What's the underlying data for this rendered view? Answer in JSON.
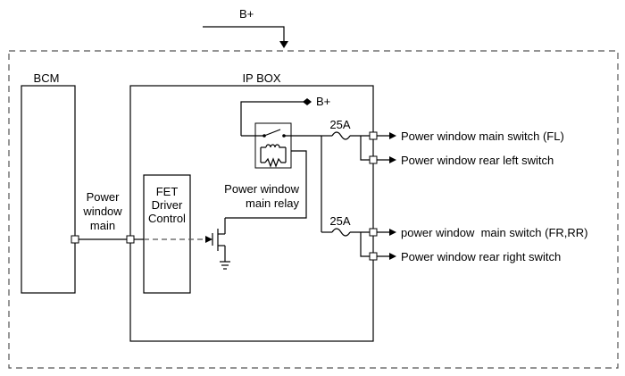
{
  "supply": {
    "label": "B+"
  },
  "bcm": {
    "label": "BCM",
    "output_lines": [
      "Power",
      "window",
      "main"
    ]
  },
  "ip_box": {
    "label": "IP BOX",
    "supply_label": "B+",
    "fet": {
      "lines": [
        "FET",
        "Driver",
        "Control"
      ]
    },
    "relay": {
      "lines": [
        "Power window",
        "main relay"
      ]
    },
    "fuses": [
      {
        "rating": "25A"
      },
      {
        "rating": "25A"
      }
    ]
  },
  "outputs": [
    {
      "label": "Power window main switch (FL)"
    },
    {
      "label": "Power window rear left switch"
    },
    {
      "label": "power window  main switch (FR,RR)"
    },
    {
      "label": "Power window rear right switch"
    }
  ]
}
